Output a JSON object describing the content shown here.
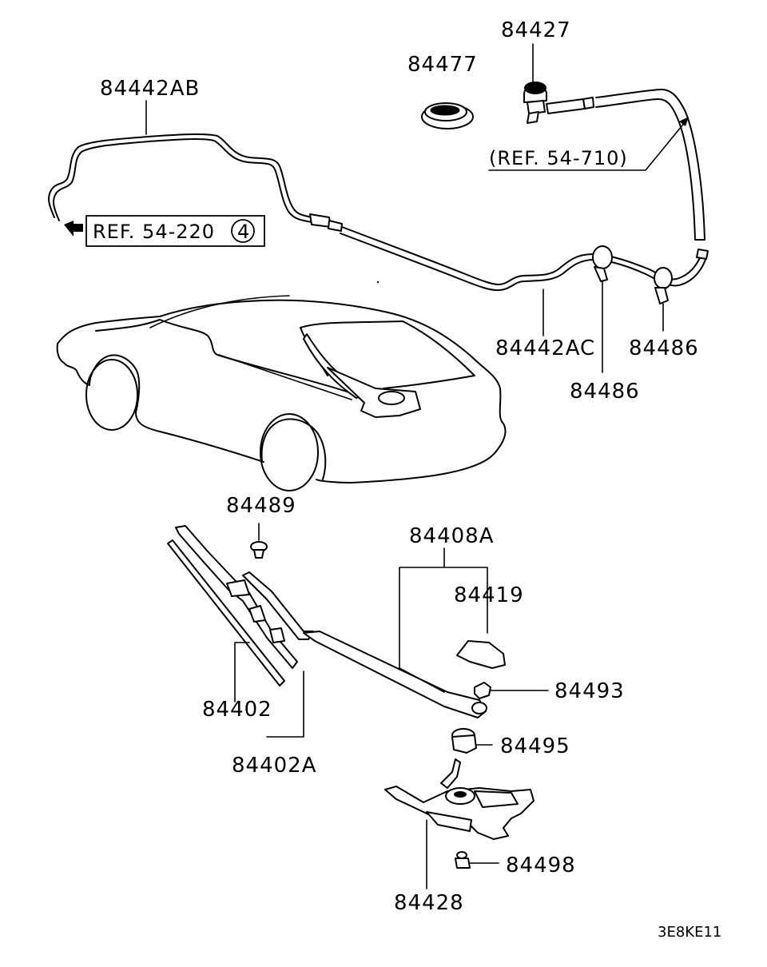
{
  "parts": {
    "hose_front": "84442AB",
    "hose_rear": "84442AC",
    "grommet": "84477",
    "nozzle": "84427",
    "clip_a": "84486",
    "clip_b": "84486",
    "bolt": "84489",
    "arm_assembly": "84408A",
    "arm_cover": "84419",
    "arm_nut": "84493",
    "blade": "84402",
    "blade_assembly": "84402A",
    "pivot_cap": "84495",
    "motor": "84428",
    "motor_bolt": "84498"
  },
  "references": {
    "ref_220": "REF. 54-220",
    "ref_220_badge": "4",
    "ref_710": "(REF. 54-710)"
  },
  "diagram_code": "3E8KE11"
}
